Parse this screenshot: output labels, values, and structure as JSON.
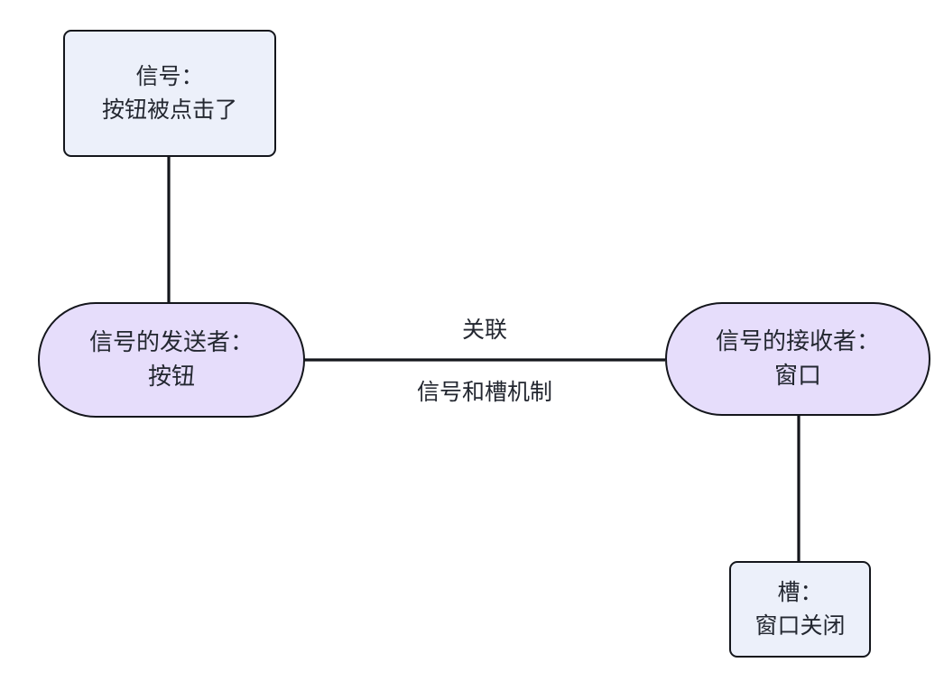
{
  "diagram": {
    "type": "flowchart",
    "background_color": "#ffffff",
    "stroke_color": "#14161c",
    "text_color": "#232730",
    "box_fill_color": "#ecf0fa",
    "stadium_fill_color": "#e6ddfb",
    "nodes": {
      "signal": {
        "shape": "rounded-rect",
        "line1": "信号：",
        "line2": "按钮被点击了"
      },
      "sender": {
        "shape": "stadium",
        "line1": "信号的发送者：",
        "line2": "按钮"
      },
      "receiver": {
        "shape": "stadium",
        "line1": "信号的接收者：",
        "line2": "窗口"
      },
      "slot": {
        "shape": "rounded-rect",
        "line1": "槽：",
        "line2": "窗口关闭"
      }
    },
    "edges": {
      "signal_to_sender": {
        "label": ""
      },
      "sender_to_receiver": {
        "label_above": "关联",
        "label_below": "信号和槽机制"
      },
      "receiver_to_slot": {
        "label": ""
      }
    }
  }
}
